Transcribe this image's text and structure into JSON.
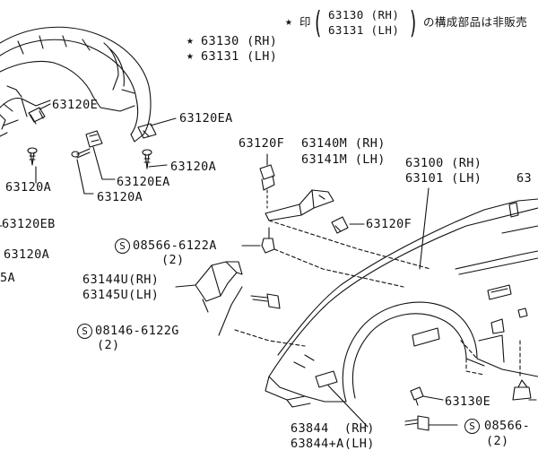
{
  "note": {
    "mark": "★",
    "prefix": "印",
    "part1": "63130 (RH)",
    "part2": "63131 (LH)",
    "suffix": "の構成部品は非販売"
  },
  "labels": {
    "p63130_rh": "63130 (RH)",
    "p63131_lh": "63131 (LH)",
    "p63120E": "63120E",
    "p63120EA_top": "63120EA",
    "p63120A_left": "63120A",
    "p63120A_mid": "63120A",
    "p63120EA_mid": "63120EA",
    "p63120A_lower": "63120A",
    "p63120EB": "63120EB",
    "p63120A_edge": "63120A",
    "p5A": "5A",
    "p63120F_top": "63120F",
    "p63140M": "63140M (RH)",
    "p63141M": "63141M (LH)",
    "p63100": "63100 (RH)",
    "p63101": "63101 (LH)",
    "p63_edge": "63",
    "p63120F_right": "63120F",
    "p08566_top": "08566-6122A",
    "q2_top": "(2)",
    "p63144U": "63144U(RH)",
    "p63145U": "63145U(LH)",
    "p08146": "08146-6122G",
    "q2_mid": "(2)",
    "p63130E": "63130E",
    "p63844": "63844  (RH)",
    "p63844A": "63844+A(LH)",
    "p08566_bottom": "08566-",
    "q2_bottom": "(2)",
    "s_symbol": "S"
  },
  "icons": [
    "star-icon",
    "screw-symbol-icon",
    "clip-icon",
    "bolt-icon",
    "fender-panel",
    "splash-shield"
  ]
}
